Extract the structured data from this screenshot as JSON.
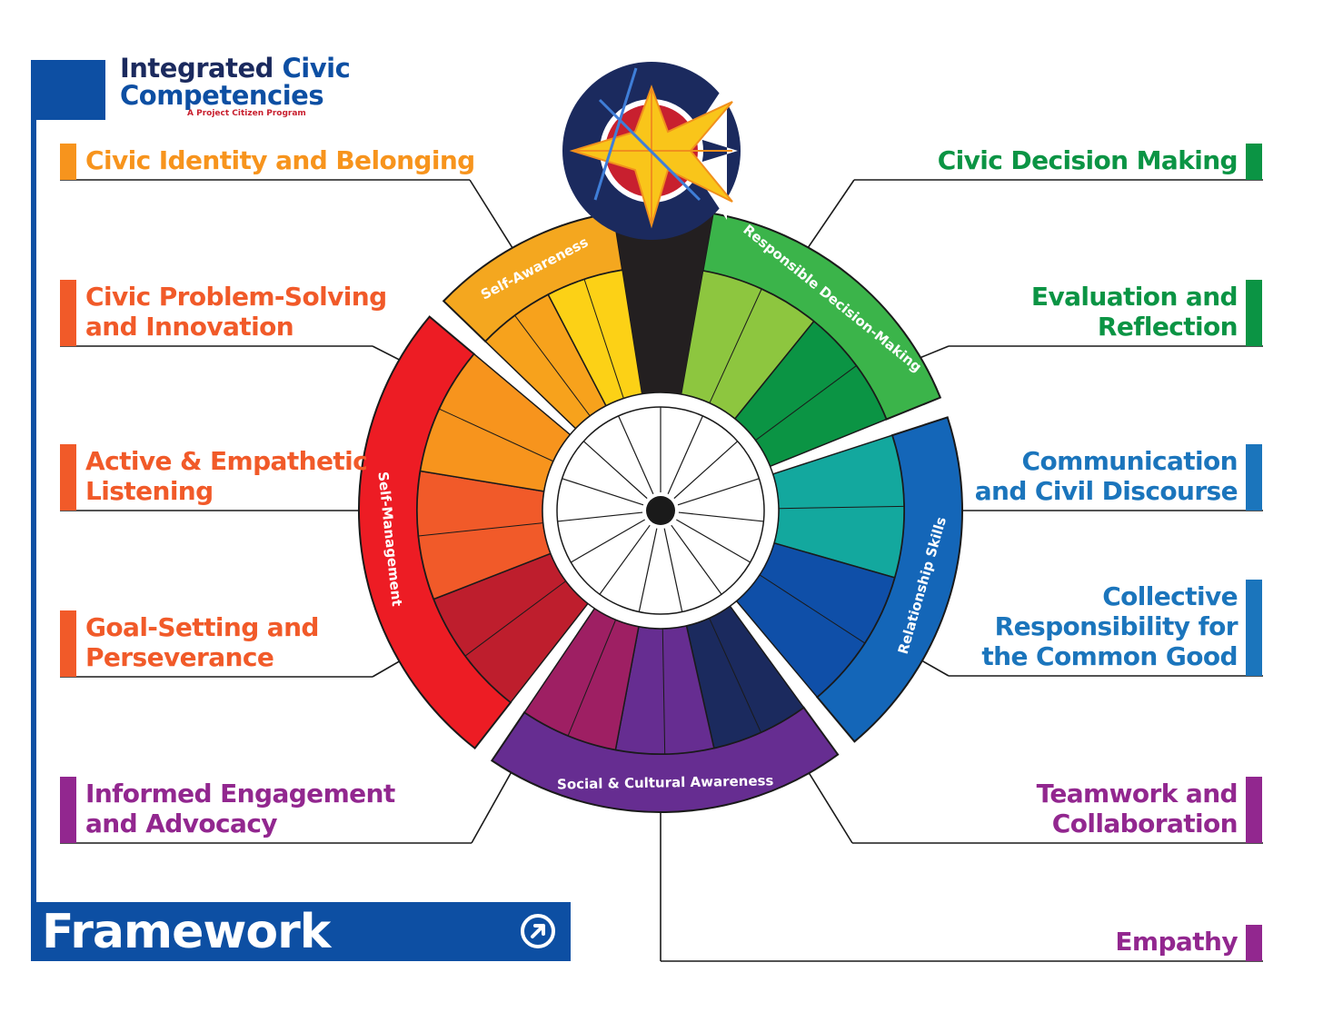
{
  "brand": {
    "title_line1_a": "Integrated",
    "title_line1_b": "Civic",
    "title_line2": "Competencies",
    "tagline": "A Project Citizen Program"
  },
  "footer": {
    "label": "Framework",
    "icon": "arrow-up-right-circle-icon"
  },
  "competencies_left": [
    {
      "lines": [
        "Civic Identity and Belonging"
      ],
      "color": "#f7941d"
    },
    {
      "lines": [
        "Civic Problem-Solving",
        "and Innovation"
      ],
      "color": "#f15a29"
    },
    {
      "lines": [
        "Active & Empathetic",
        "Listening"
      ],
      "color": "#f15a29"
    },
    {
      "lines": [
        "Goal-Setting and",
        "Perseverance"
      ],
      "color": "#f15a29"
    },
    {
      "lines": [
        "Informed Engagement",
        "and Advocacy"
      ],
      "color": "#92278f"
    }
  ],
  "competencies_right": [
    {
      "lines": [
        "Civic Decision Making"
      ],
      "color": "#0b9444"
    },
    {
      "lines": [
        "Evaluation and",
        "Reflection"
      ],
      "color": "#0b9444"
    },
    {
      "lines": [
        "Communication",
        "and Civil Discourse"
      ],
      "color": "#1b75bc"
    },
    {
      "lines": [
        "Collective",
        "Responsibility for",
        "the Common Good"
      ],
      "color": "#1b75bc"
    },
    {
      "lines": [
        "Teamwork and",
        "Collaboration"
      ],
      "color": "#92278f"
    },
    {
      "lines": [
        "Empathy"
      ],
      "color": "#92278f"
    }
  ],
  "wheel": {
    "domains": [
      {
        "label": "Self-Awareness",
        "color": "#f4a71f"
      },
      {
        "label": "Responsible Decision-Making",
        "color": "#3bb44a"
      },
      {
        "label": "Relationship Skills",
        "color": "#1466b8"
      },
      {
        "label": "Social & Cultural Awareness",
        "color": "#662d91"
      },
      {
        "label": "Self-Management",
        "color": "#ed1c24"
      }
    ]
  }
}
